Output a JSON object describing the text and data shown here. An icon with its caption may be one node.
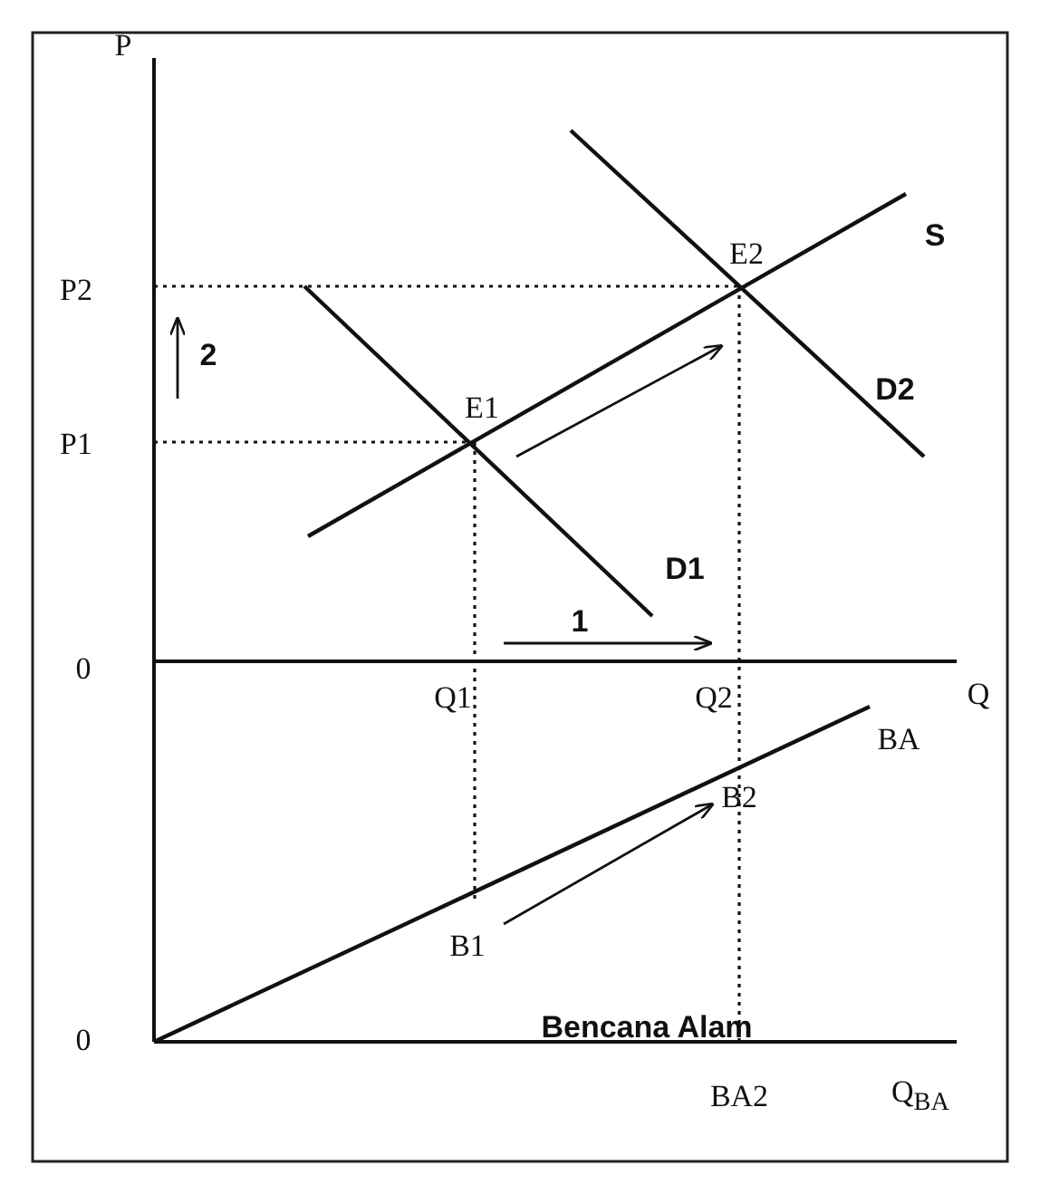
{
  "diagram": {
    "labels": [
      "P",
      "S",
      "E2",
      "P2",
      "2",
      "E1",
      "D2",
      "P1",
      "D1",
      "1",
      "0",
      "Q1",
      "Q2",
      "Q",
      "BA",
      "B2",
      "B1",
      "Bencana Alam",
      "0",
      "BA2",
      "Q$_{BA}$"
    ]
  }
}
